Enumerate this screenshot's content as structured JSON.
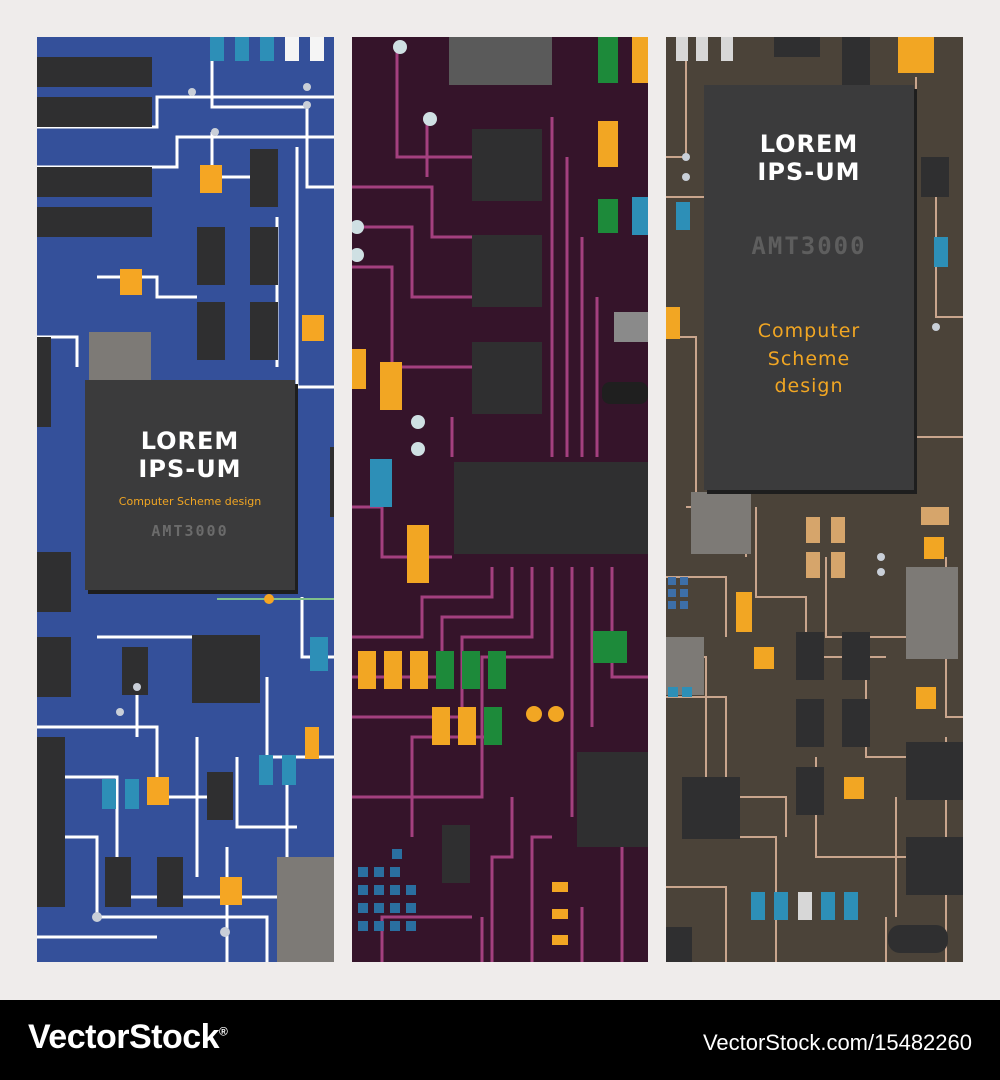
{
  "panels": [
    {
      "title_line1": "LOREM",
      "title_line2": "IPS-UM",
      "subtitle": "Computer Scheme design",
      "code": "AMT3000",
      "board_color": "#34509a",
      "trace_color": "#ffffff"
    },
    {
      "board_color": "#35142a",
      "trace_color": "#a4407f"
    },
    {
      "title_line1": "LOREM",
      "title_line2": "IPS-UM",
      "subtitle_line1": "Computer",
      "subtitle_line2": "Scheme",
      "subtitle_line3": "design",
      "code": "AMT3000",
      "board_color": "#4b4339",
      "trace_color": "#c9a58d"
    }
  ],
  "footer": {
    "brand": "VectorStock",
    "registered": "®",
    "url": "VectorStock.com/15482260"
  },
  "colors": {
    "chip": "#3b3b3c",
    "accent": "#f1a623",
    "background": "#efeceb"
  }
}
